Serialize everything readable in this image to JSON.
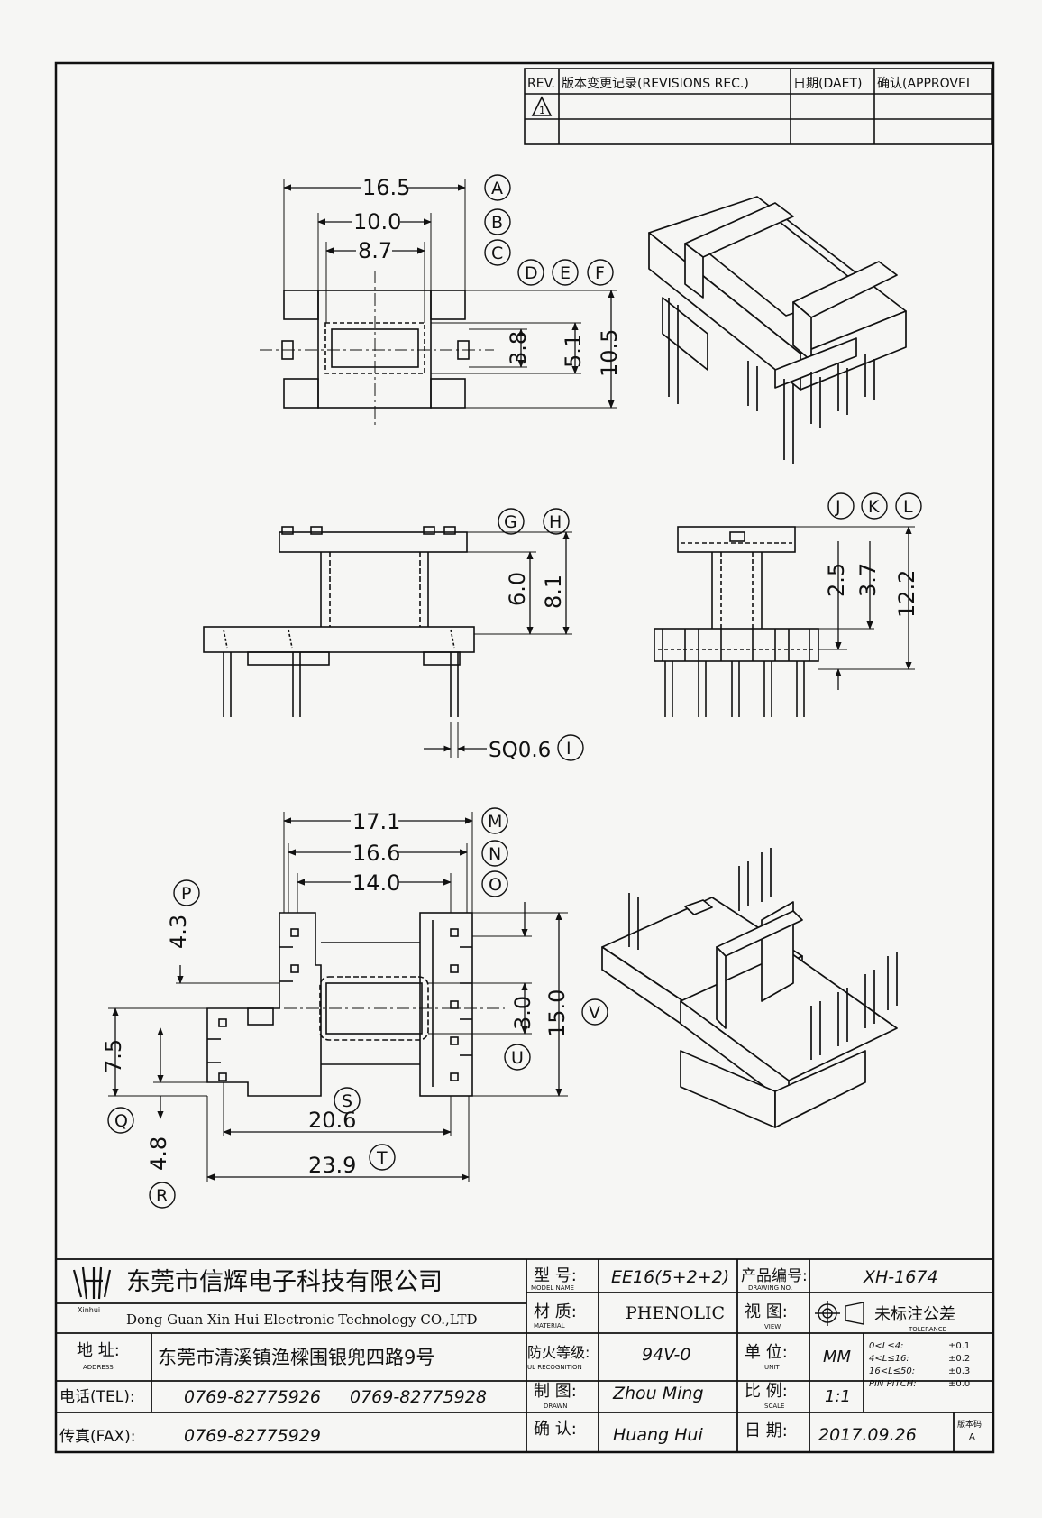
{
  "revision_table": {
    "rev_label": "REV.",
    "revisions_label": "版本变更记录(REVISIONS REC.)",
    "date_label": "日期(DAET)",
    "approve_label": "确认(APPROVEI",
    "rev_symbol": "1"
  },
  "dimensions": {
    "top_view": {
      "width_a": "16.5",
      "width_b": "10.0",
      "width_c": "8.7",
      "height_d": "3.8",
      "height_e": "5.1",
      "height_f": "10.5",
      "labels": [
        "A",
        "B",
        "C",
        "D",
        "E",
        "F"
      ]
    },
    "front_view": {
      "height_g": "6.0",
      "height_h": "8.1",
      "pin_size": "SQ0.6",
      "pin_label": "I",
      "labels": [
        "G",
        "H"
      ]
    },
    "side_view": {
      "height_j": "2.5",
      "height_k": "3.7",
      "height_l": "12.2",
      "labels": [
        "J",
        "K",
        "L"
      ]
    },
    "bottom_view": {
      "width_m": "17.1",
      "width_n": "16.6",
      "width_o": "14.0",
      "height_p": "4.3",
      "height_q": "7.5",
      "height_r": "4.8",
      "width_s": "20.6",
      "width_t": "23.9",
      "height_u": "3.0",
      "height_v": "15.0",
      "labels": [
        "M",
        "N",
        "O",
        "P",
        "Q",
        "R",
        "S",
        "T",
        "U",
        "V"
      ]
    }
  },
  "title_block": {
    "company_cn": "东莞市信辉电子科技有限公司",
    "company_en": "Dong Guan Xin Hui Electronic Technology CO.,LTD",
    "logo_sub": "Xinhui",
    "address_label": "地  址:",
    "address_label_en": "ADDRESS",
    "address": "东莞市清溪镇渔樑围银兜四路9号",
    "tel_label": "电话(TEL):",
    "tel": [
      "0769-82775926",
      "0769-82775928"
    ],
    "fax_label": "传真(FAX):",
    "fax": "0769-82775929",
    "model_label": "型  号:",
    "model_label_en": "MODEL NAME",
    "model": "EE16(5+2+2)",
    "material_label": "材  质:",
    "material_label_en": "MATERIAL",
    "material": "PHENOLIC",
    "flame_label": "防火等级:",
    "flame_label_en": "UL RECOGNITION",
    "flame": "94V-0",
    "drawn_label": "制  图:",
    "drawn_label_en": "DRAWN",
    "drawn": "Zhou Ming",
    "confirm_label": "确  认:",
    "confirm": "Huang Hui",
    "drawing_no_label": "产品编号:",
    "drawing_no_label_en": "DRAWING NO.",
    "drawing_no": "XH-1674",
    "view_label": "视  图:",
    "view_label_en": "VIEW",
    "unit_label": "单  位:",
    "unit_label_en": "UNIT",
    "unit": "MM",
    "scale_label": "比  例:",
    "scale_label_en": "SCALE",
    "scale": "1:1",
    "date_label": "日  期:",
    "date": "2017.09.26",
    "version_label": "版本码",
    "version": "A",
    "tolerance_title": "未标注公差",
    "tolerance_title_en": "TOLERANCE",
    "tolerance": [
      {
        "range": "0<L≤4:",
        "value": "±0.1"
      },
      {
        "range": "4<L≤16:",
        "value": "±0.2"
      },
      {
        "range": "16<L≤50:",
        "value": "±0.3"
      },
      {
        "range": "PIN PITCH:",
        "value": "±0.0"
      }
    ]
  }
}
